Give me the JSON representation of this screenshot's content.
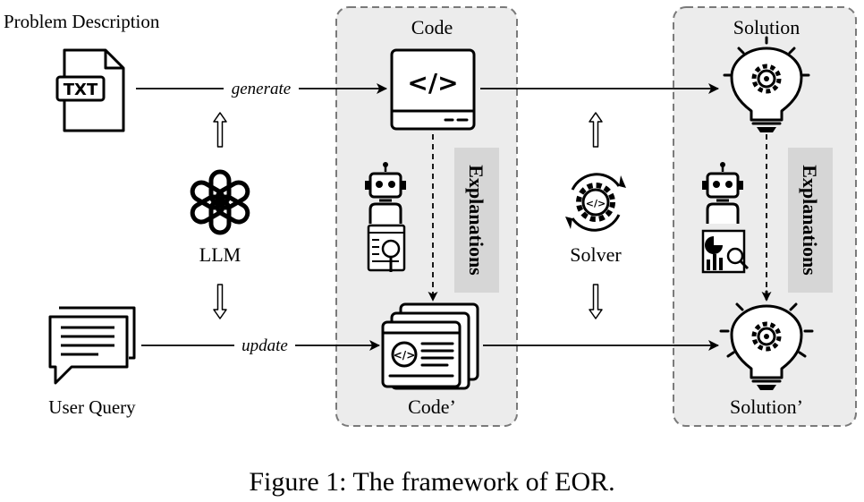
{
  "labels": {
    "problem_description": "Problem Description",
    "txt_badge": "TXT",
    "llm": "LLM",
    "user_query": "User Query",
    "code": "Code",
    "code_prime": "Code’",
    "solution": "Solution",
    "solution_prime": "Solution’",
    "solver": "Solver",
    "explanations_code": "Explanations",
    "explanations_solution": "Explanations",
    "generate": "generate",
    "update": "update",
    "code_tag": "</>"
  },
  "caption": "Figure 1: The framework of EOR.",
  "colors": {
    "panel_fill": "#ececec",
    "panel_stroke": "#7a7a7a",
    "explanations_fill": "#d6d6d6",
    "ink": "#000000"
  },
  "icons": {
    "problem_description": "txt-file-icon",
    "llm": "openai-logo-icon",
    "user_query": "chat-bubbles-icon",
    "code": "code-window-icon",
    "code_prime": "code-windows-stack-icon",
    "solution": "lightbulb-gear-icon",
    "solution_prime": "lightbulb-gear-glow-icon",
    "solver": "gear-cycle-icon",
    "robot_code": "robot-document-icon",
    "robot_solution": "robot-report-icon"
  }
}
